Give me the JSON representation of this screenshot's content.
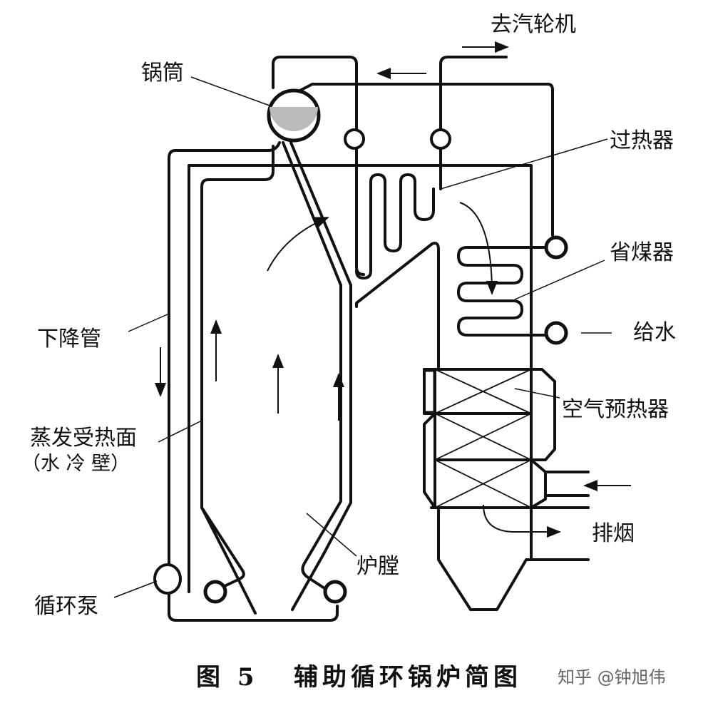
{
  "labels": {
    "turbine": "去汽轮机",
    "drum": "锅筒",
    "superheater": "过热器",
    "economizer": "省煤器",
    "feedwater": "给水",
    "downcomer": "下降管",
    "air_preheater": "空气预热器",
    "evaporator_line1": "蒸发受热面",
    "evaporator_line2": "（水 冷 壁）",
    "flue_gas": "排烟",
    "furnace": "炉膛",
    "circ_pump": "循环泵"
  },
  "caption": {
    "figure_no": "图 5",
    "title": "辅助循环锅炉简图"
  },
  "watermark": "知乎 @钟旭伟"
}
